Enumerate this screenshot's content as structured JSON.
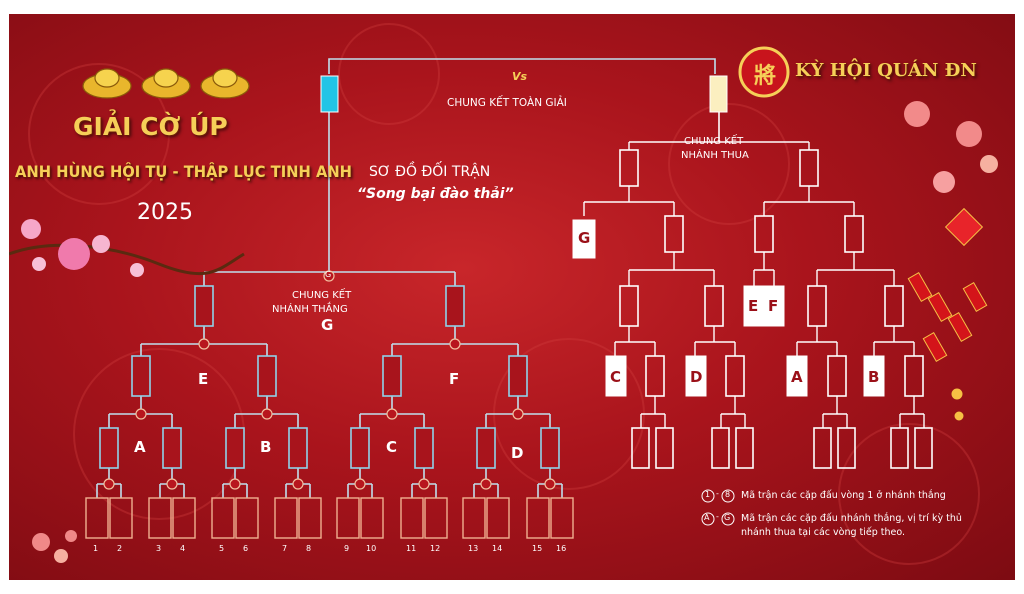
{
  "poster": {
    "cup_title": "GIẢI CỜ ÚP",
    "subtitle": "ANH HÙNG HỘI TỤ - THẬP LỤC TINH ANH",
    "year": "2025",
    "diagram_title": "SƠ ĐỒ ĐỐI TRẬN",
    "format_name": "“Song bại đào thải”",
    "brand_char": "將",
    "brand_name": "KỲ HỘI QUÁN ĐN"
  },
  "labels": {
    "vs": "Vs",
    "grand_final": "CHUNG KẾT TOÀN GIẢI",
    "loser_final_l1": "CHUNG KẾT",
    "loser_final_l2": "NHÁNH THUA",
    "winner_final_l1": "CHUNG KẾT",
    "winner_final_l2": "NHÁNH THẮNG",
    "g_mark": "G",
    "winner_final_code": "G"
  },
  "winners": {
    "semi_codes": [
      "E",
      "F"
    ],
    "qf_codes": [
      "A",
      "B",
      "C",
      "D"
    ],
    "seeds": [
      "1",
      "2",
      "3",
      "4",
      "5",
      "6",
      "7",
      "8",
      "9",
      "10",
      "11",
      "12",
      "13",
      "14",
      "15",
      "16"
    ]
  },
  "losers": {
    "slot_codes": [
      "G",
      "E",
      "F",
      "C",
      "D",
      "A",
      "B"
    ]
  },
  "legend": {
    "num_start": "1",
    "num_end": "8",
    "num_text": "Mã trận các cặp đấu vòng 1 ở nhánh thắng",
    "let_start": "A",
    "let_end": "G",
    "let_text_l1": "Mã trận các cặp đấu nhánh thắng, vị trí kỳ thủ",
    "let_text_l2": "nhánh thua tại các vòng tiếp theo."
  },
  "colors": {
    "accent_gold": "#f6cf58",
    "winner_box": "#22c4e6",
    "loser_box": "#fbefc0",
    "line_blue": "#bfe0ee"
  }
}
